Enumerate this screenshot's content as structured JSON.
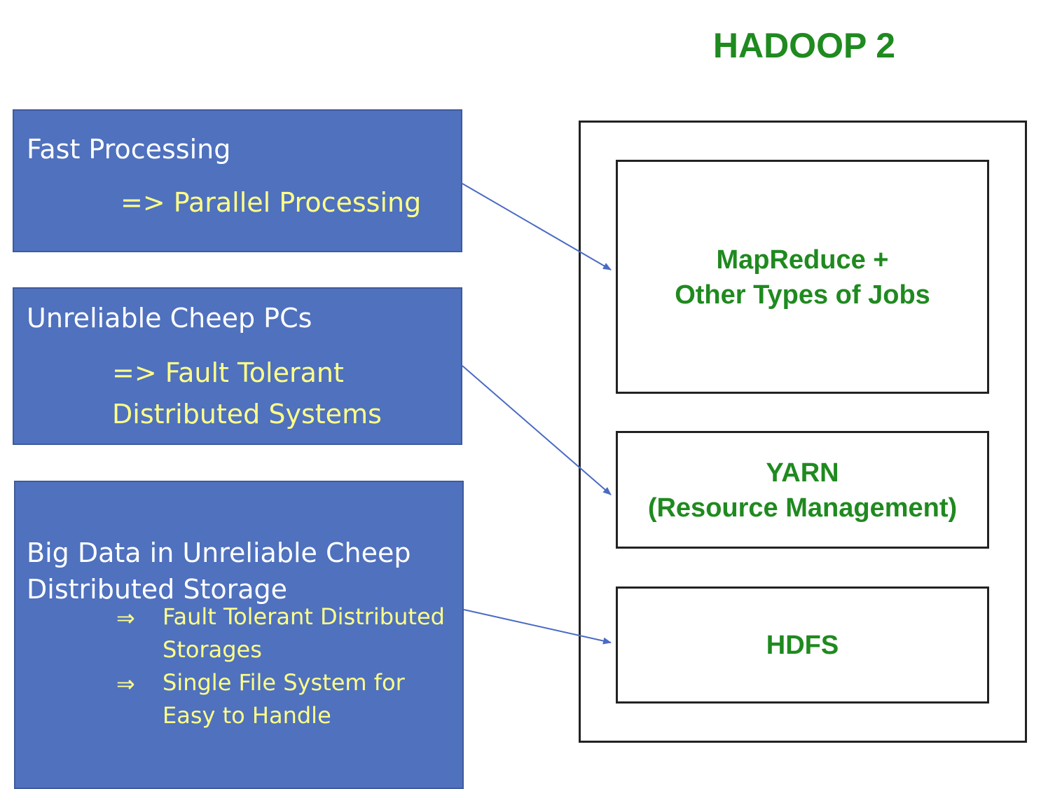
{
  "title": "HADOOP 2",
  "left_boxes": {
    "fast": {
      "heading": "Fast Processing",
      "result": "=> Parallel Processing"
    },
    "unreliable": {
      "heading": "Unreliable Cheep PCs",
      "result_line1": "=> Fault Tolerant",
      "result_line2": "Distributed Systems"
    },
    "bigdata": {
      "heading_line1": "Big Data in Unreliable Cheep",
      "heading_line2": "Distributed Storage",
      "bullet_symbol": "⇒",
      "bullet1_line1": "Fault Tolerant Distributed",
      "bullet1_line2": "Storages",
      "bullet2_line1": "Single File System for",
      "bullet2_line2": "Easy to Handle"
    }
  },
  "hadoop_stack": {
    "mapreduce_line1": "MapReduce +",
    "mapreduce_line2": "Other Types of Jobs",
    "yarn_line1": "YARN",
    "yarn_line2": "(Resource Management)",
    "hdfs": "HDFS"
  },
  "colors": {
    "box_fill": "#4f71be",
    "heading_text": "#ffffff",
    "result_text": "#ffff88",
    "hadoop_text": "#1f8a1f",
    "arrow": "#4a6bc4"
  }
}
